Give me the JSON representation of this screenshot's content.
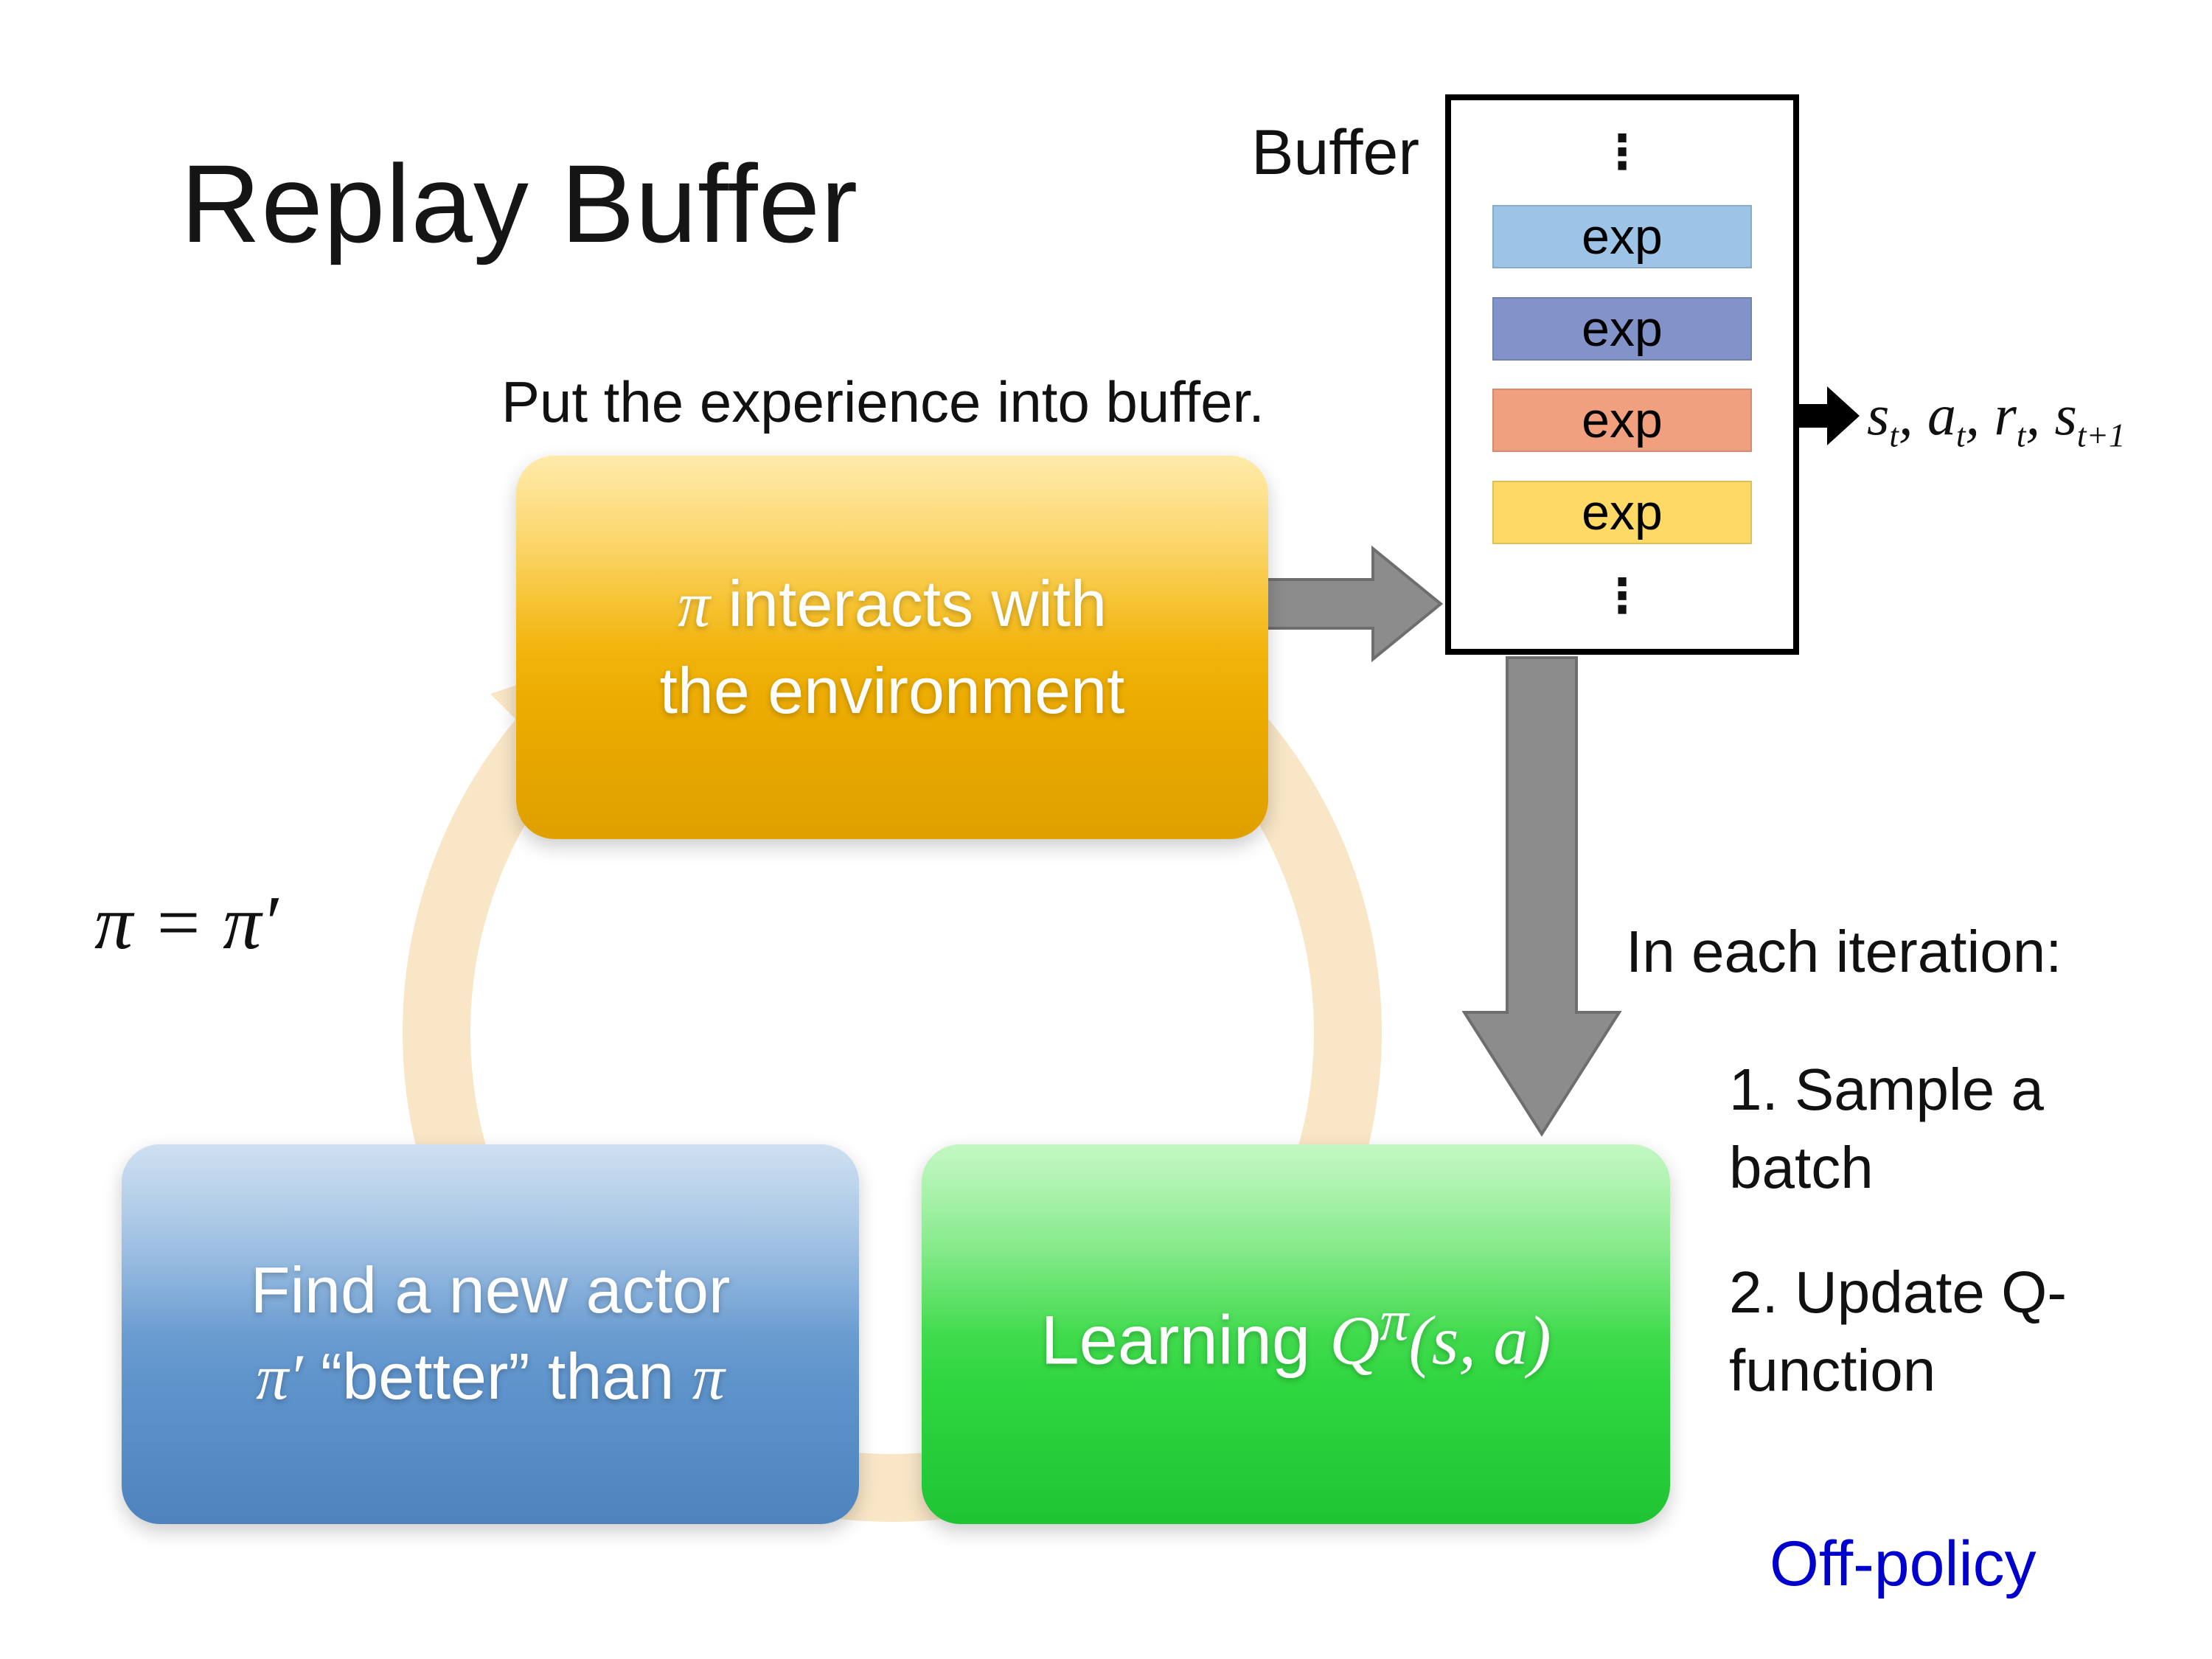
{
  "title": "Replay Buffer",
  "annotations": {
    "put_experience": "Put the experience into buffer.",
    "pi_equals": "π = π′",
    "in_each_iteration": "In each iteration:",
    "step1": "1. Sample a batch",
    "step2": "2. Update Q-function",
    "off_policy": "Off-policy"
  },
  "buffer": {
    "label": "Buffer",
    "ellipsis_top": "⋮",
    "ellipsis_bottom": "⋮",
    "items": [
      {
        "label": "exp",
        "color": "#9dc3e6"
      },
      {
        "label": "exp",
        "color": "#8193c9"
      },
      {
        "label": "exp",
        "color": "#f1a07f"
      },
      {
        "label": "exp",
        "color": "#ffd966"
      }
    ],
    "sample_tuple": {
      "parts": [
        {
          "base": "s",
          "sub": "t",
          "sep": ", "
        },
        {
          "base": "a",
          "sub": "t",
          "sep": ", "
        },
        {
          "base": "r",
          "sub": "t",
          "sep": ", "
        },
        {
          "base": "s",
          "sub": "t+1",
          "sep": ""
        }
      ]
    }
  },
  "boxes": {
    "interact": {
      "pi": "π",
      "line1_rest": " interacts with",
      "line2": "the environment",
      "color": "#f0b411"
    },
    "actor": {
      "line1": "Find a new actor",
      "pi_prime": "π′",
      "mid": " “better” than ",
      "pi": "π",
      "color": "#5e93cb"
    },
    "learning": {
      "prefix": "Learning ",
      "q": "Q",
      "sup": "π",
      "args": "(s, a)",
      "color": "#2ed63f"
    }
  },
  "colors": {
    "ring": "#f9e6c7",
    "arrow_gray": "#8c8c8c",
    "arrow_gray_border": "#6e6e6e",
    "arrow_black": "#000000",
    "off_policy_blue": "#0000cc"
  }
}
